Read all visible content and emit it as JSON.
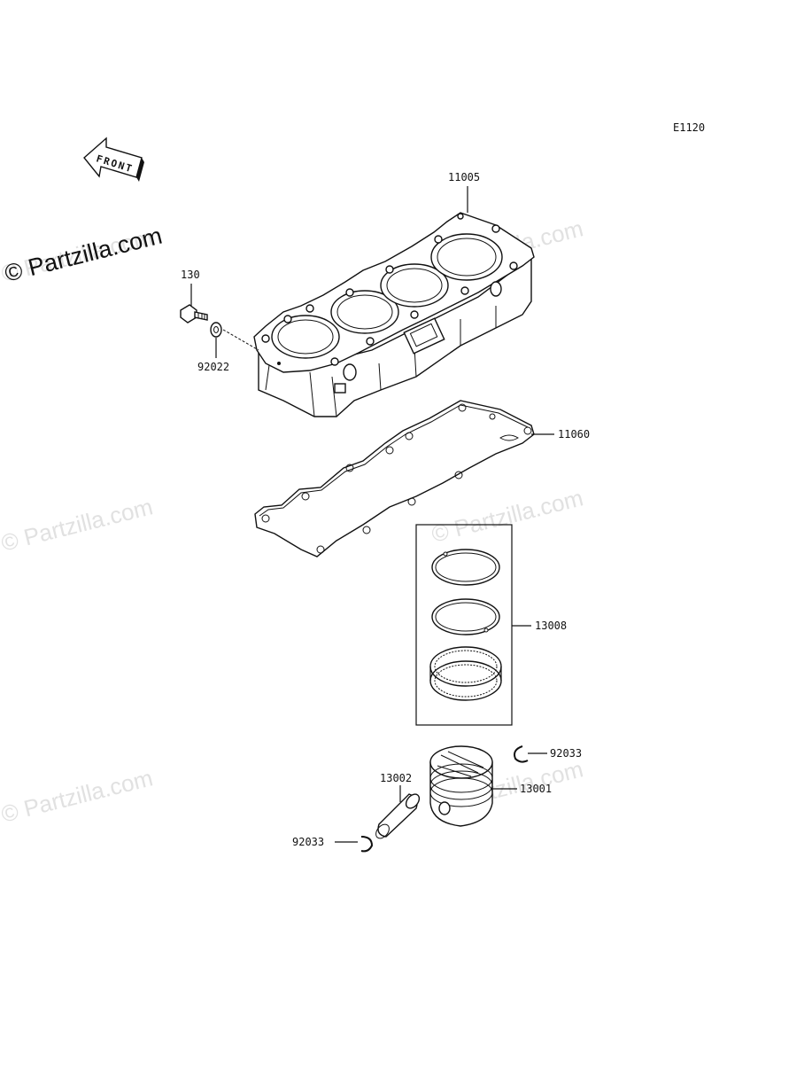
{
  "diagram": {
    "code": "E1120",
    "front_label": "FRONT",
    "watermark_text": "© Partzilla.com",
    "colors": {
      "line": "#111111",
      "watermark": "#e1e1e1",
      "background": "#ffffff"
    },
    "callouts": {
      "cylinder": "11005",
      "bolt": "130",
      "washer": "92022",
      "gasket": "11060",
      "ring_set": "13008",
      "piston": "13001",
      "piston_pin": "13002",
      "circlip_right": "92033",
      "circlip_left": "92033"
    }
  }
}
